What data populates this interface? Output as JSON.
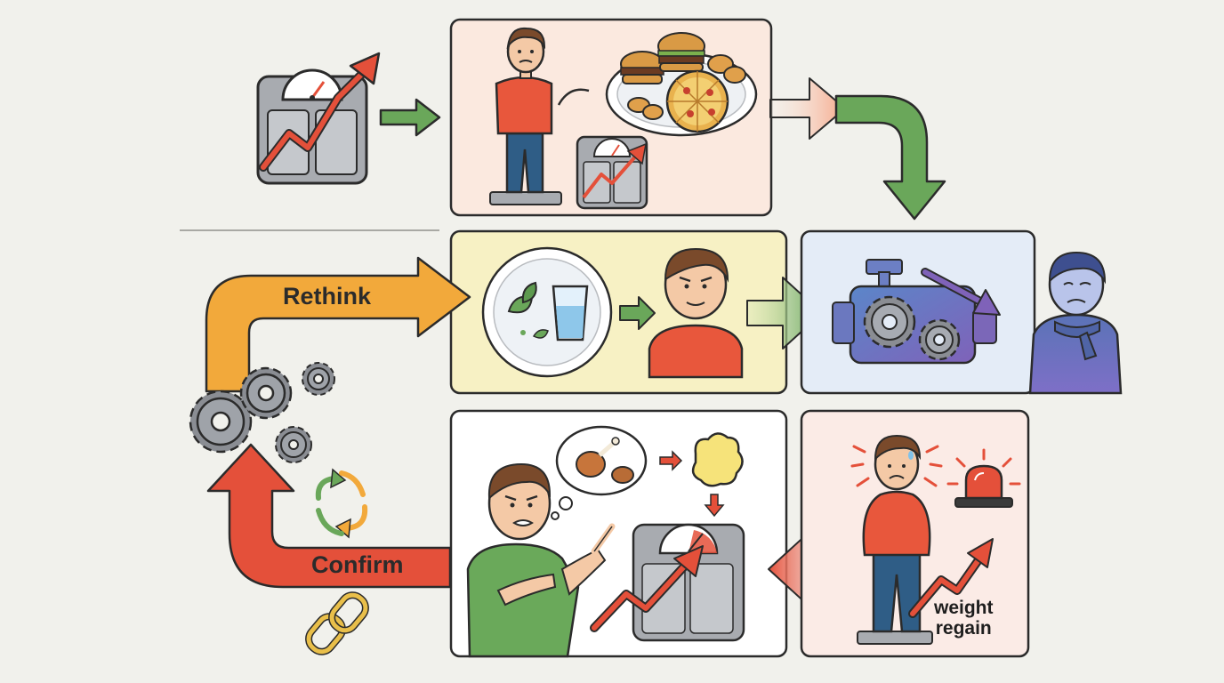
{
  "title": "Weight regain cycle",
  "labels": {
    "rethink": "Rethink",
    "confirm": "Confirm",
    "weight": "weight",
    "regain": "regain"
  },
  "colors": {
    "background": "#f1f1ec",
    "arrow_green": "#6aa75a",
    "arrow_orange": "#f2a93b",
    "arrow_red": "#e4503a",
    "panel_peach": "#fbe9df",
    "panel_yellow": "#f7f1c4",
    "panel_blue": "#e4ecf7",
    "panel_white": "#ffffff",
    "panel_pink": "#fbebe6",
    "shirt_red": "#e8573c",
    "shirt_green": "#6aa95a",
    "jeans_blue": "#2f5d86",
    "gear_grey": "#8a8d93",
    "ink": "#2b2b2b"
  },
  "icons": [
    "bathroom-scale-icon",
    "trend-up-arrow-icon",
    "junk-food-plate-icon",
    "healthy-plate-icon",
    "water-glass-icon",
    "metabolism-engine-icon",
    "gear-icon",
    "refresh-cycle-icon",
    "chain-link-icon",
    "alarm-siren-icon",
    "thought-bubble-icon",
    "chicken-leg-icon",
    "fat-blob-icon"
  ]
}
